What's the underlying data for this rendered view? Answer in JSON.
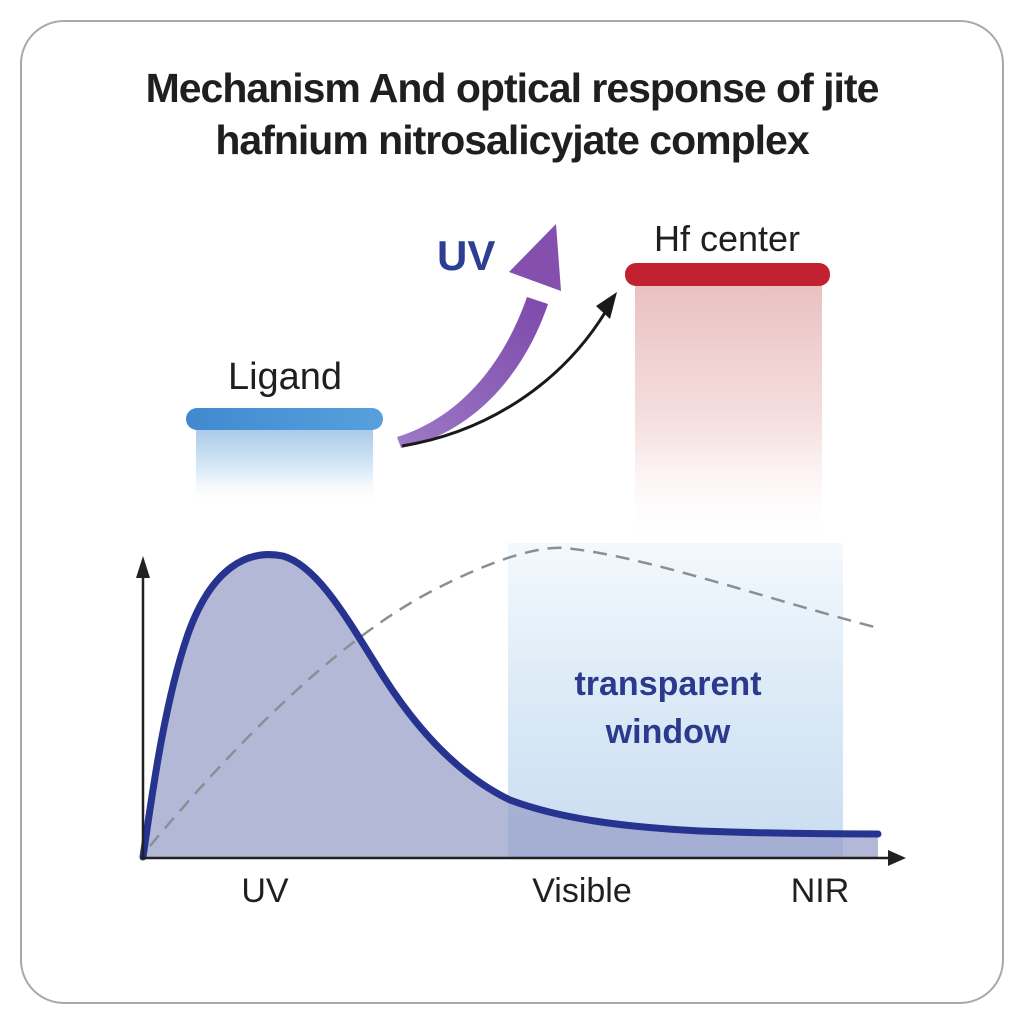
{
  "title": {
    "line1": "Mechanism And optical response of jite",
    "line2": "hafnium nitrosalicyjate complex"
  },
  "energy_diagram": {
    "ligand_label": "Ligand",
    "hf_label": "Hf center",
    "uv_label": "UV",
    "colors": {
      "ligand_bar": "#4a92d6",
      "hf_bar": "#c2212f",
      "uv_arrow": "#8a5ab4",
      "uv_text": "#2c3f93",
      "transition_arrow": "#1a1a1a"
    }
  },
  "spectrum": {
    "region_labels": [
      "UV",
      "Visible",
      "NIR"
    ],
    "annotation": {
      "line1": "transparent",
      "line2": "window"
    },
    "colors": {
      "absorption_curve": "#26338f",
      "curve_fill": "#b4badb",
      "transparent_band": "#cfe2f3",
      "dashed_curve": "#8a8f94",
      "annotation_text": "#2c3a8e",
      "axis": "#212121"
    }
  },
  "chart_data": {
    "type": "area",
    "title": "",
    "x_tick_labels": [
      "UV",
      "Visible",
      "NIR"
    ],
    "axes": {
      "x_label": "",
      "y_label": "",
      "numeric_ticks_shown": false
    },
    "series": [
      {
        "name": "absorption (solid navy, shaded fill)",
        "description": "Strong absorption peaking in the UV, decaying through the visible to a flat low tail in the NIR",
        "x_norm": [
          0,
          0.06,
          0.12,
          0.19,
          0.27,
          0.35,
          0.48,
          0.6,
          0.73,
          0.9,
          1.0
        ],
        "y_norm": [
          0,
          0.45,
          0.85,
          1.0,
          0.82,
          0.56,
          0.19,
          0.1,
          0.085,
          0.08,
          0.08
        ]
      },
      {
        "name": "reference (dashed gray)",
        "description": "Broad arc rising through the UV, peaking near the visible region, gently descending into the NIR",
        "x_norm": [
          0.01,
          0.25,
          0.55,
          1.0
        ],
        "y_norm": [
          0.04,
          0.62,
          1.0,
          0.74
        ]
      }
    ],
    "transparent_window_region_x_norm": [
      0.48,
      0.92
    ],
    "annotations": [
      "transparent window"
    ],
    "legend": "none",
    "grid": false
  }
}
